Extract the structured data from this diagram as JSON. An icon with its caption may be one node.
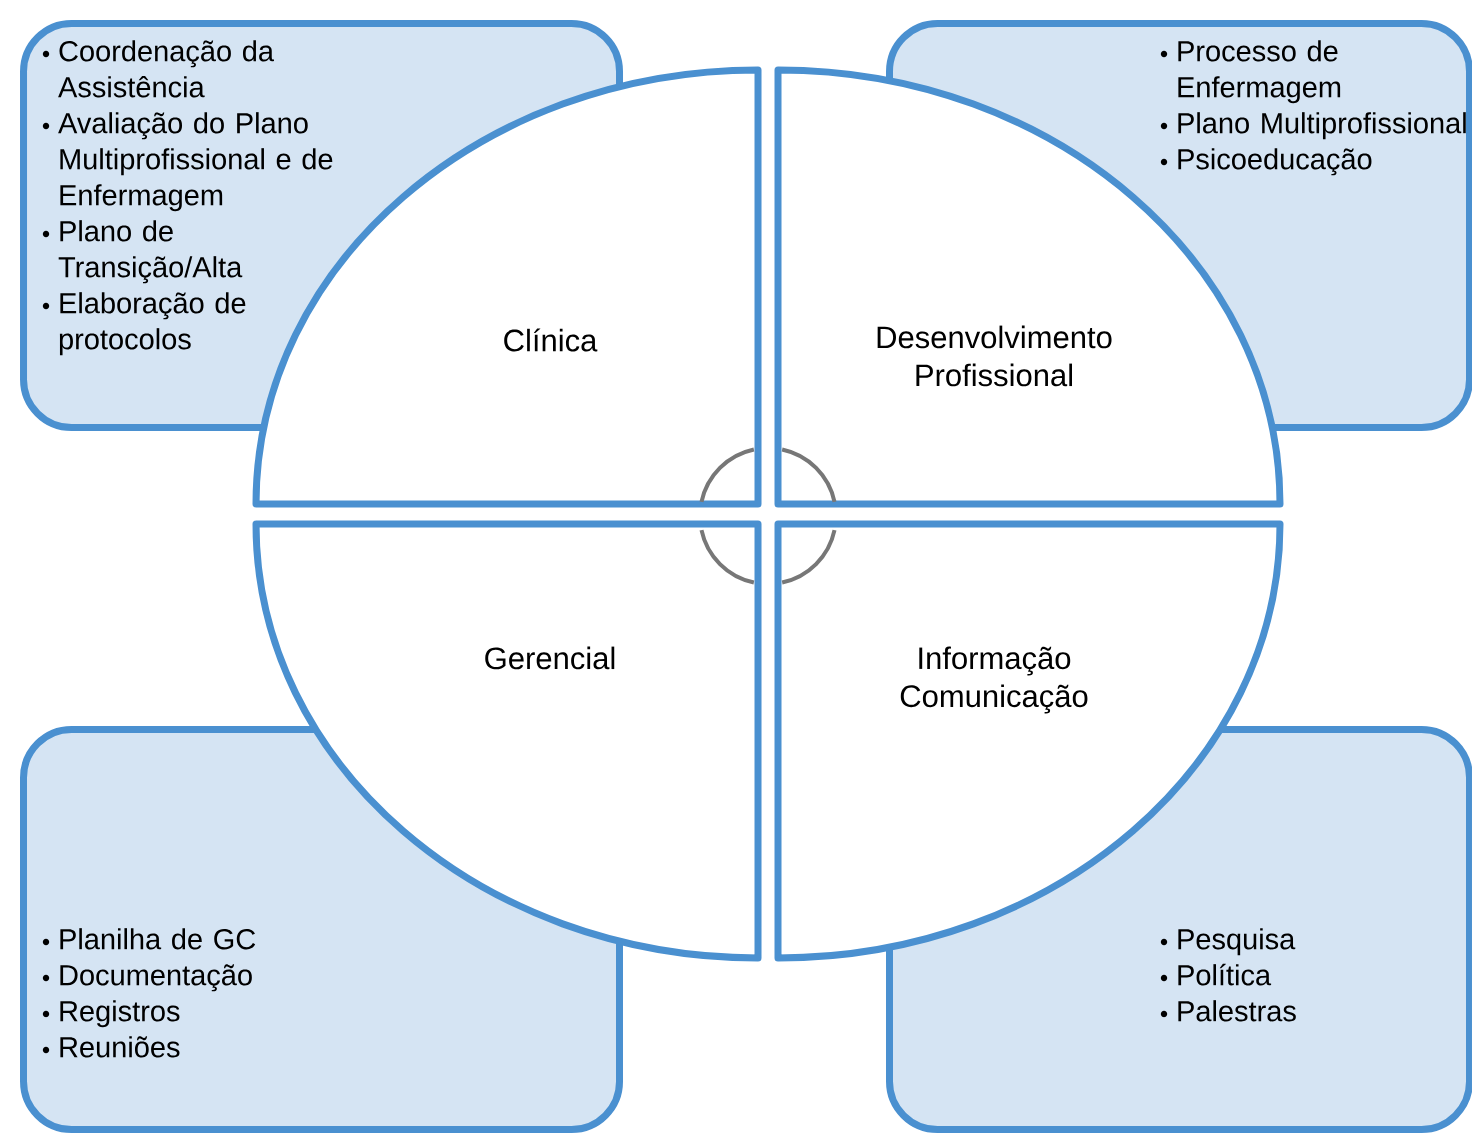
{
  "diagram": {
    "nodes": [
      {
        "text": [
          "Coordenação da Assistência",
          "Avaliação do Plano Multiprofissional e de Enfermagem",
          "Plano de Transição/Alta",
          "Elaboração de protocolos"
        ]
      },
      {
        "text": [
          "Clínica"
        ]
      },
      {
        "text": [
          "Processo de Enfermagem",
          "Plano Multiprofissional",
          "Psicoeducação"
        ]
      },
      {
        "text": [
          "Desenvolvimento Profissional"
        ]
      },
      {
        "text": [
          "Gerencial"
        ]
      },
      {
        "text": [
          "Planilha de GC",
          "Documentação",
          "Registros",
          "Reuniões"
        ]
      },
      {
        "text": [
          "Informação Comunicação"
        ]
      },
      {
        "text": [
          "Pesquisa",
          "Política",
          "Palestras"
        ]
      }
    ]
  }
}
